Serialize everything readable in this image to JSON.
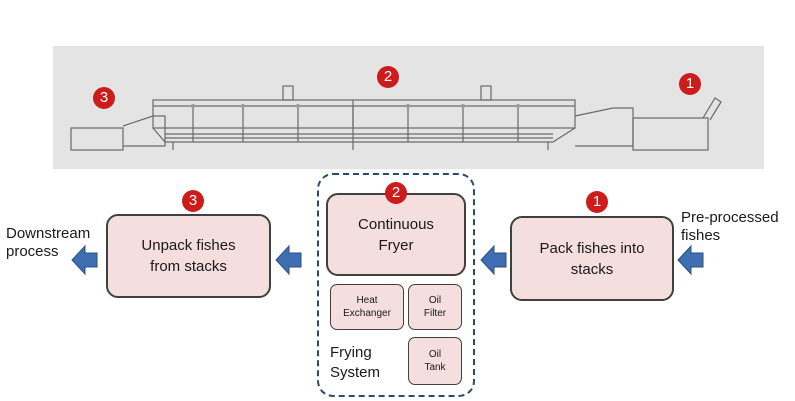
{
  "badges": {
    "one": "1",
    "two": "2",
    "three": "3"
  },
  "steps": {
    "pack": "Pack fishes into\nstacks",
    "fryer": "Continuous\nFryer",
    "unpack": "Unpack fishes\nfrom stacks"
  },
  "frying_system": {
    "label": "Frying\nSystem",
    "heat_exchanger": "Heat\nExchanger",
    "oil_filter": "Oil\nFilter",
    "oil_tank": "Oil\nTank"
  },
  "input_label": "Pre-processed\nfishes",
  "output_label": "Downstream\nprocess",
  "colors": {
    "badge": "#cc1c1c",
    "box_fill": "#f4dede",
    "arrow": "#3f6fb0",
    "group_border": "#2c4a6e",
    "photo_bg": "#e4e4e4"
  }
}
